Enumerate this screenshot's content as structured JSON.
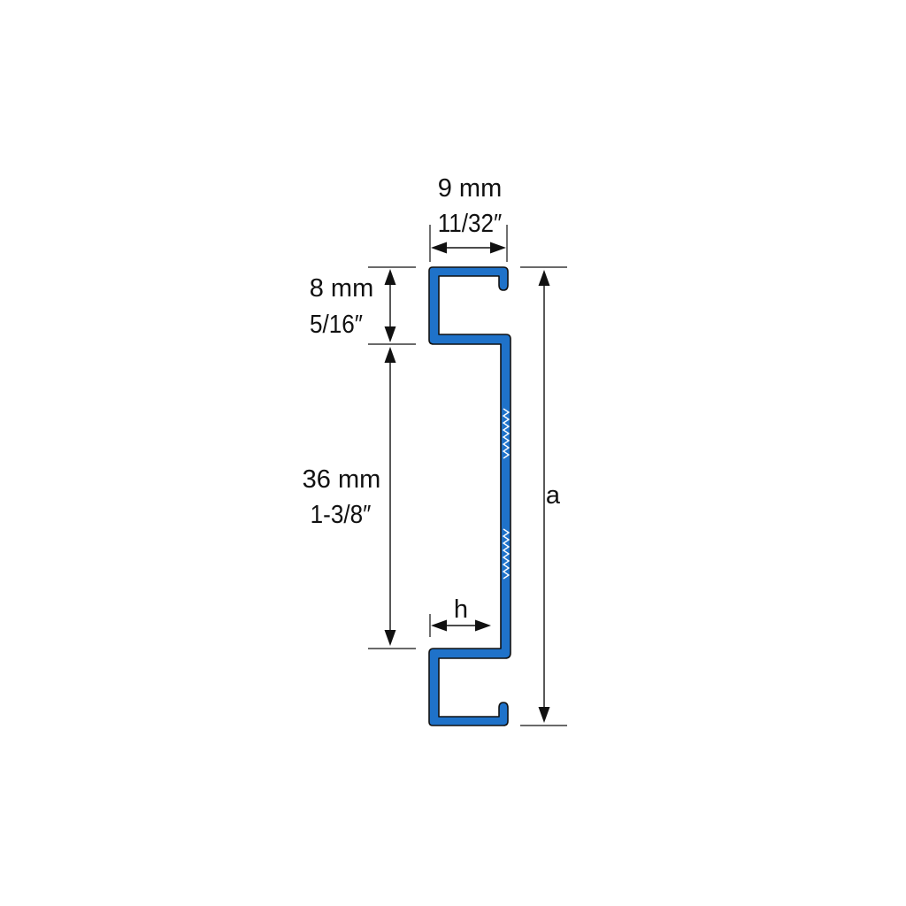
{
  "colors": {
    "profile_fill": "#1f72c9",
    "outline": "#111111",
    "background": "#ffffff"
  },
  "dimensions": {
    "width": {
      "metric": "9 mm",
      "imperial": "11/32″"
    },
    "flange": {
      "metric": "8 mm",
      "imperial": "5/16″"
    },
    "web": {
      "metric": "36 mm",
      "imperial": "1-3/8″"
    },
    "overall": {
      "label": "a"
    },
    "depth": {
      "label": "h"
    }
  }
}
